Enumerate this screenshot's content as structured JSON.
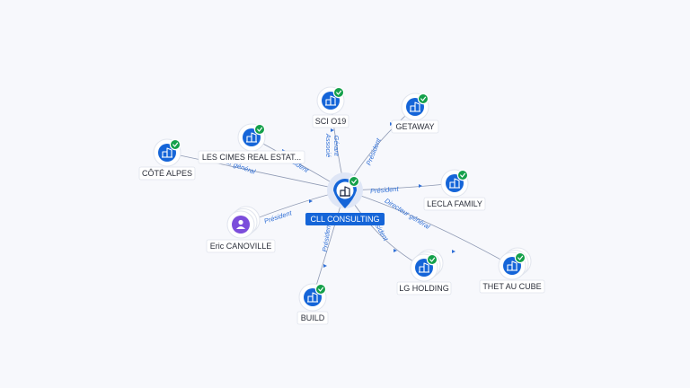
{
  "center": {
    "id": "center",
    "label": "CLL CONSULTING",
    "type": "company",
    "verified": true
  },
  "nodes": [
    {
      "id": "sci",
      "label": "SCI O19",
      "type": "company",
      "verified": true,
      "stacked": false
    },
    {
      "id": "getaway",
      "label": "GETAWAY",
      "type": "company",
      "verified": true,
      "stacked": false
    },
    {
      "id": "lescimes",
      "label": "LES CIMES REAL ESTAT...",
      "type": "company",
      "verified": true,
      "stacked": false
    },
    {
      "id": "cote",
      "label": "CÔTÉ ALPES",
      "type": "company",
      "verified": true,
      "stacked": false
    },
    {
      "id": "lecla",
      "label": "LECLA FAMILY",
      "type": "company",
      "verified": true,
      "stacked": false
    },
    {
      "id": "eric",
      "label": "Eric CANOVILLE",
      "type": "person",
      "verified": false,
      "stacked": true
    },
    {
      "id": "thet",
      "label": "THET AU CUBE",
      "type": "company",
      "verified": true,
      "stacked": true
    },
    {
      "id": "lg",
      "label": "LG HOLDING",
      "type": "company",
      "verified": true,
      "stacked": true
    },
    {
      "id": "build",
      "label": "BUILD",
      "type": "company",
      "verified": true,
      "stacked": false
    }
  ],
  "edges": [
    {
      "to": "sci",
      "label": "Gérant",
      "label2": "Associé"
    },
    {
      "to": "getaway",
      "label": "Président"
    },
    {
      "to": "lescimes",
      "label": "Président"
    },
    {
      "to": "cote",
      "label": "Directeur général"
    },
    {
      "to": "lecla",
      "label": "Président"
    },
    {
      "to": "eric",
      "label": "Président"
    },
    {
      "to": "thet",
      "label": "Directeur général"
    },
    {
      "to": "lg",
      "label": "Président"
    },
    {
      "to": "build",
      "label": "Président"
    }
  ],
  "colors": {
    "company": "#1565d8",
    "person": "#7c4ddb",
    "verified": "#14a04a",
    "edge_label": "#2f6fd6"
  },
  "icons": {
    "company": "building-icon",
    "person": "user-icon",
    "verified": "check-badge-icon"
  }
}
